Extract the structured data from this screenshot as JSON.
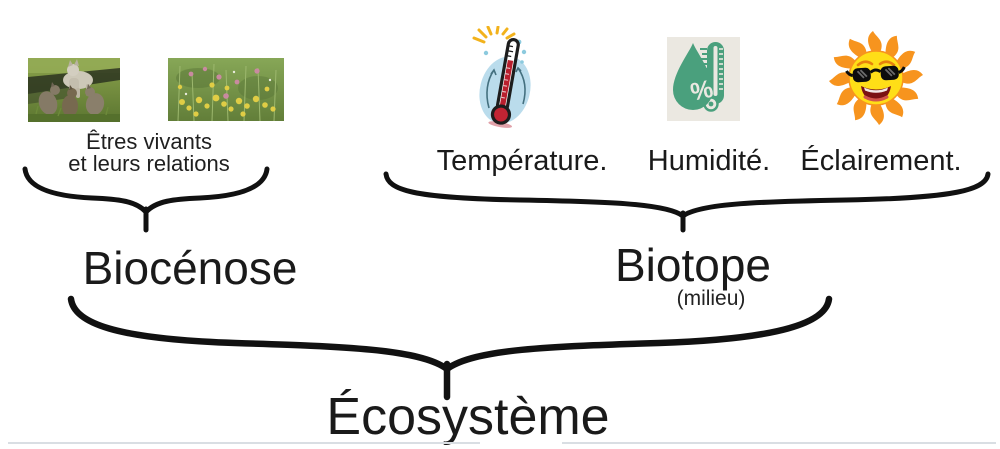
{
  "diagram": {
    "biocenose": {
      "caption": {
        "line1": "Êtres vivants",
        "line2": "et leurs relations"
      },
      "label": "Biocénose",
      "photos": [
        {
          "name": "wolf-family-photo"
        },
        {
          "name": "flower-meadow-photo"
        }
      ]
    },
    "biotope": {
      "factors": [
        {
          "icon": "thermometer-icon",
          "label": "Température."
        },
        {
          "icon": "humidity-icon",
          "label": "Humidité.",
          "icon_text": "%"
        },
        {
          "icon": "sun-icon",
          "label": "Éclairement."
        }
      ],
      "label": "Biotope",
      "sublabel": "(milieu)"
    },
    "ecosysteme": {
      "label": "Écosystème"
    }
  },
  "colors": {
    "text": "#1a1a1a",
    "brace": "#111111",
    "thermometer_red": "#b91f2e",
    "thermometer_blue": "#badcec",
    "ray_yellow": "#f2b21c",
    "humidity_green": "#4aa07d",
    "humidity_bg": "#ebe8e1",
    "sun_orange": "#f7941e",
    "sun_yellow": "#ffde17"
  }
}
